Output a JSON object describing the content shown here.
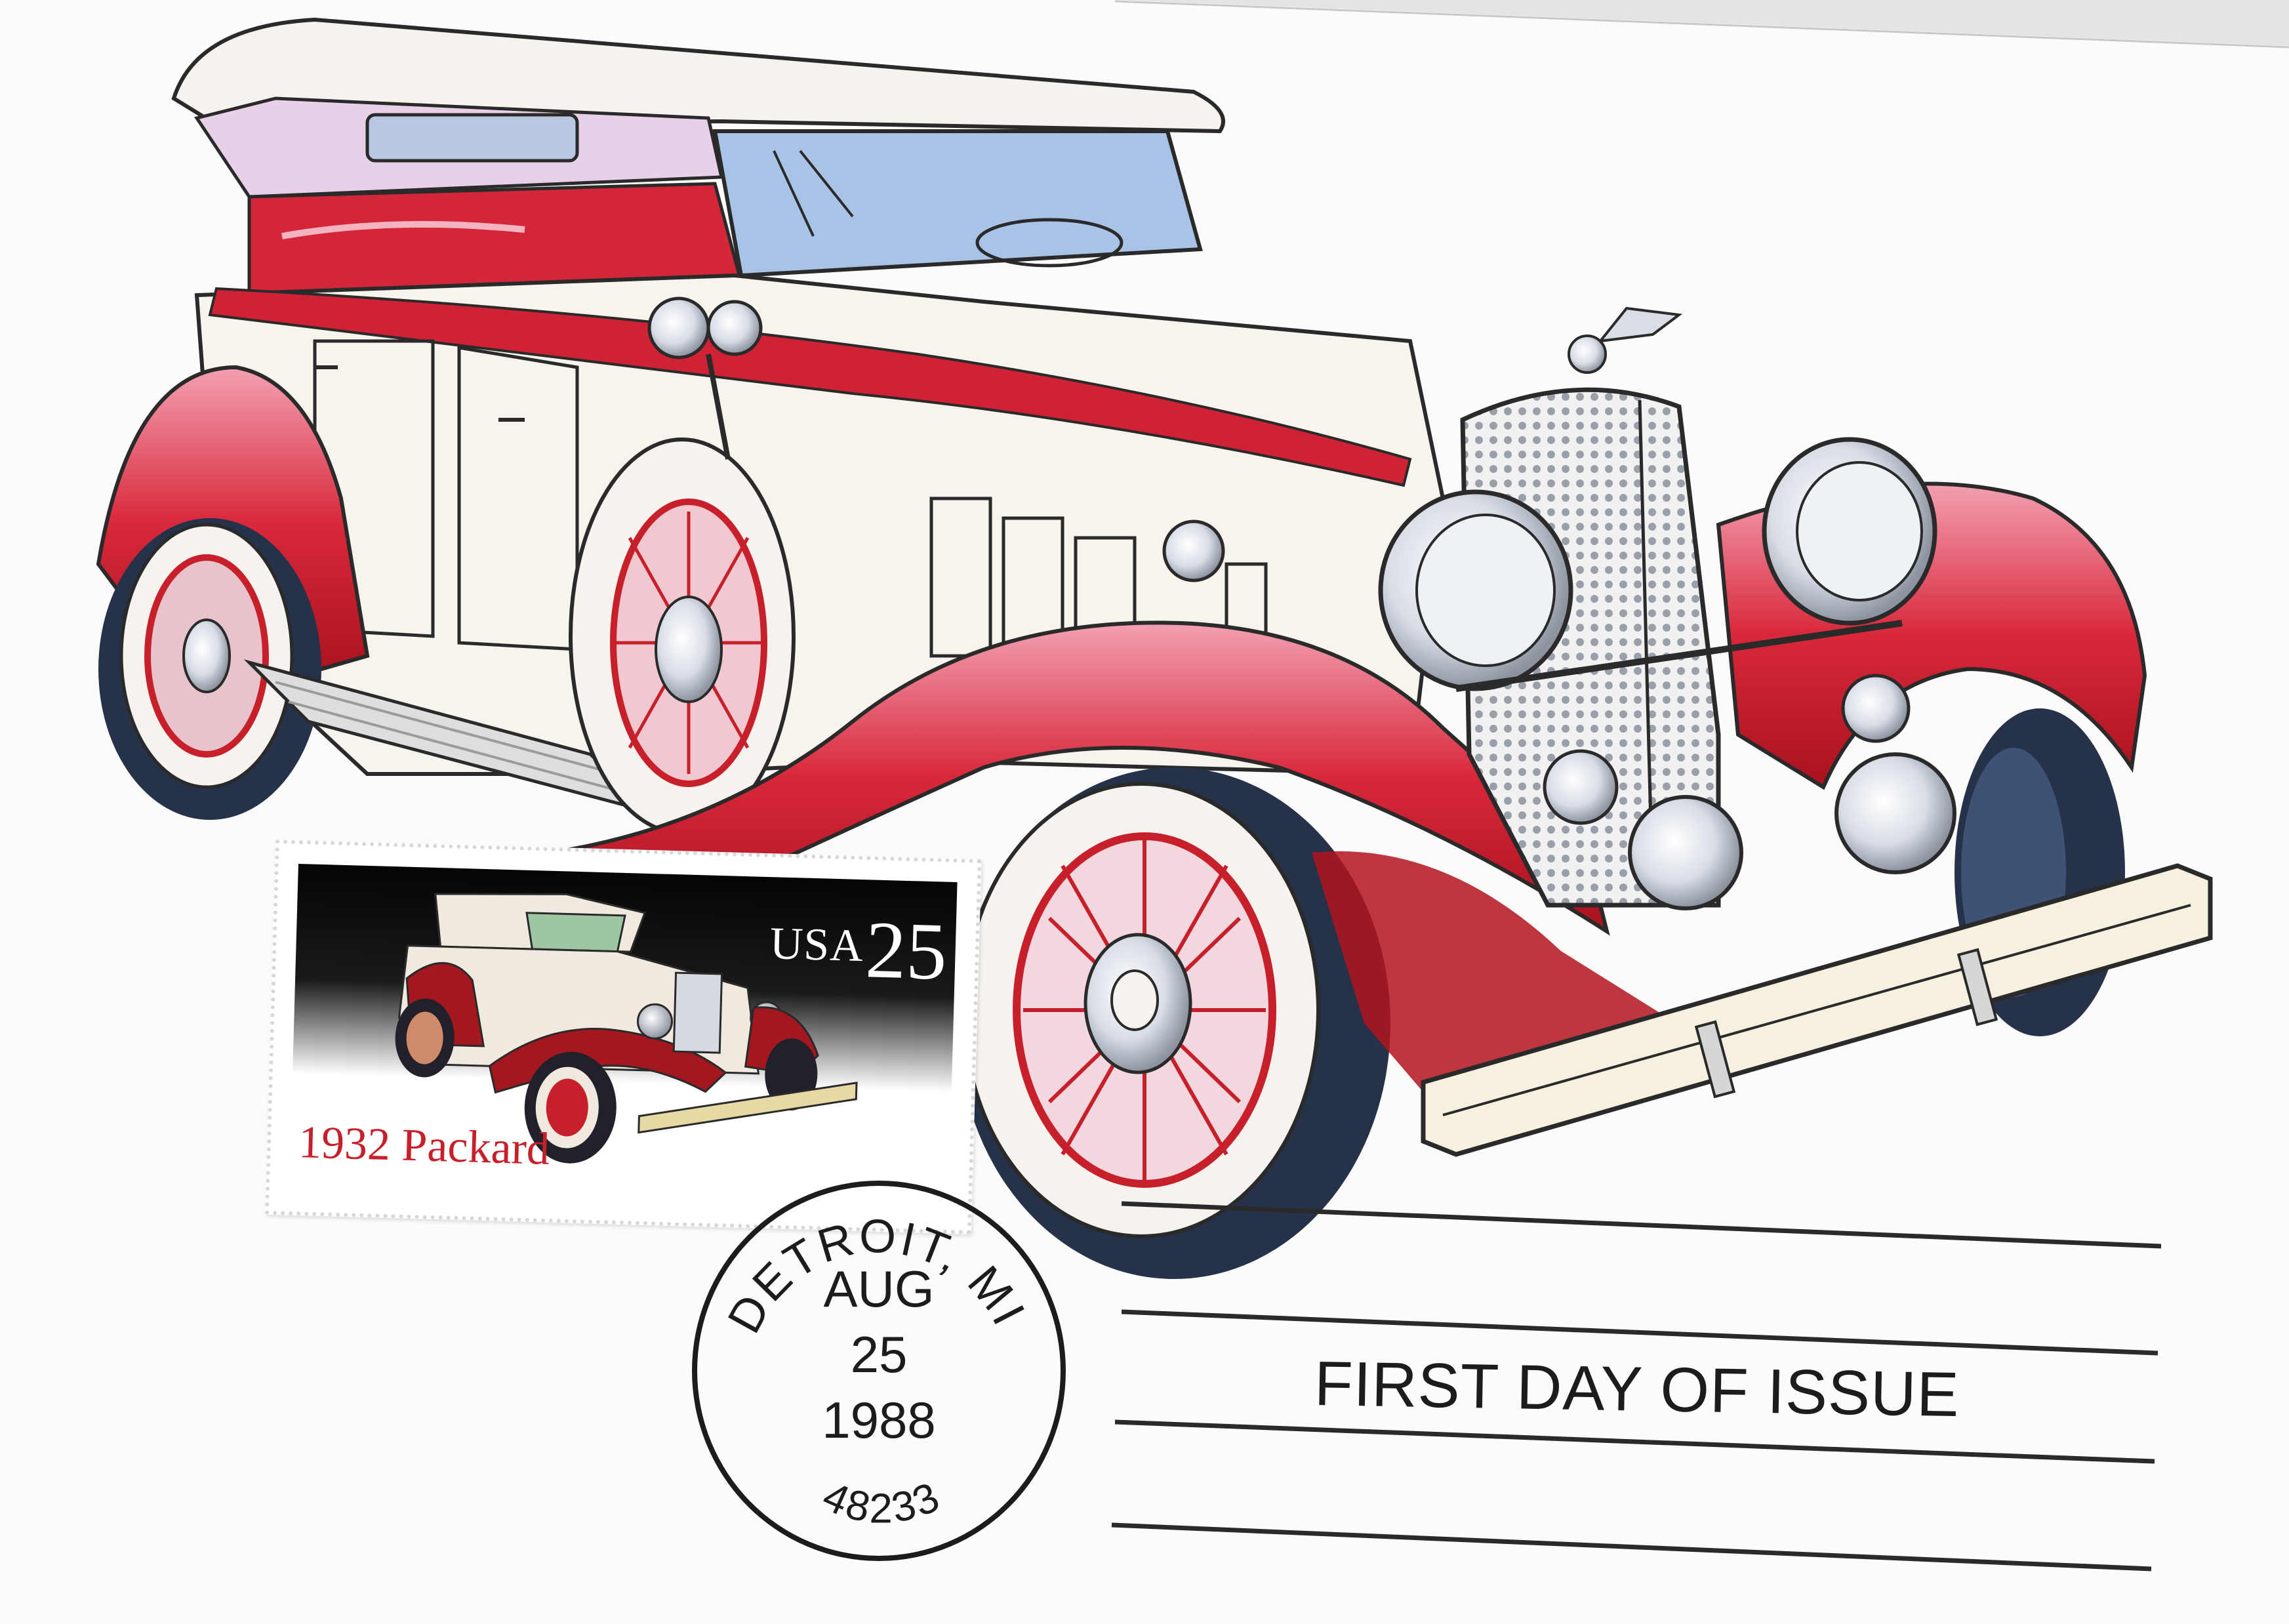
{
  "stamp": {
    "country": "USA",
    "denomination": "25",
    "caption": "1932 Packard"
  },
  "postmark": {
    "city": "DETROIT, MI",
    "month": "AUG",
    "day": "25",
    "year": "1988",
    "zip": "48233"
  },
  "cachet": {
    "first_day_text": "FIRST DAY OF ISSUE"
  },
  "colors": {
    "car_red": "#c8202a",
    "car_cream": "#f7f4ee",
    "stamp_background": "#0d0d0d",
    "ink": "#1c1c1c"
  }
}
